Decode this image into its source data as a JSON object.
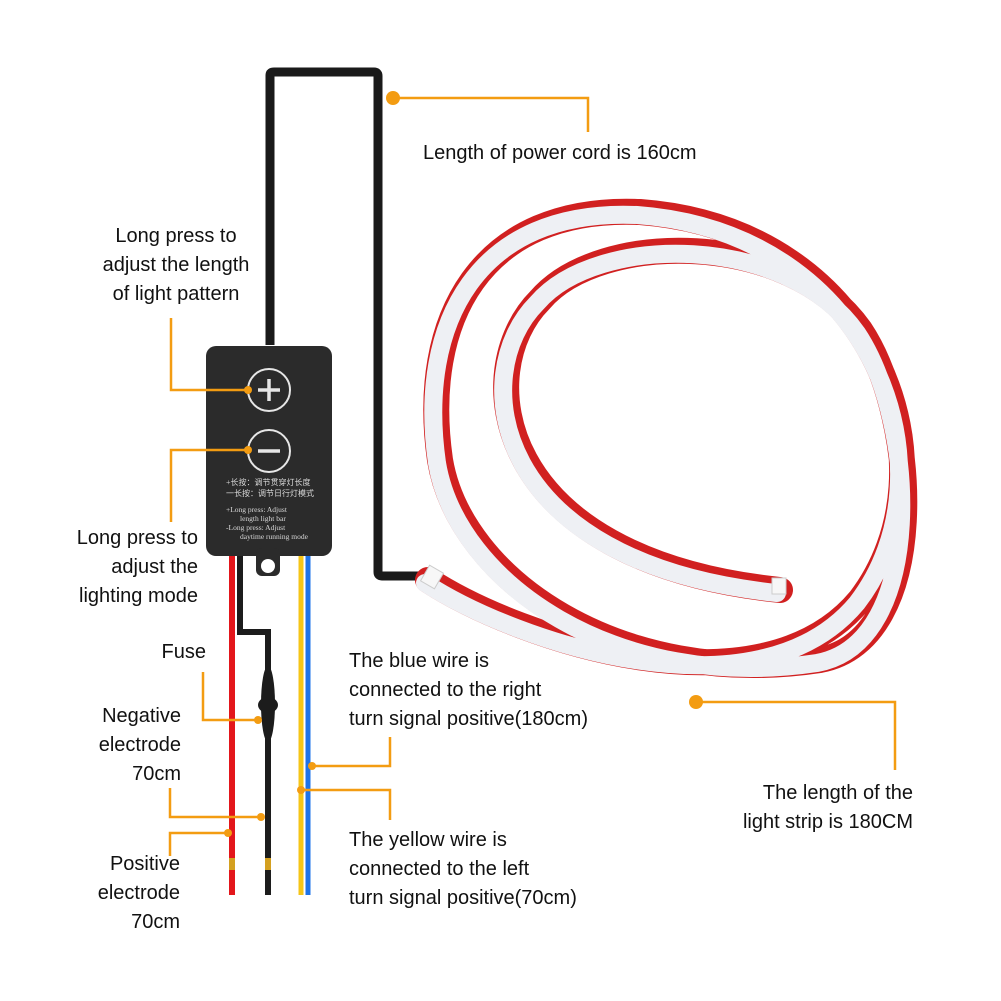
{
  "colors": {
    "callout": "#f39c12",
    "cord": "#1a1a1a",
    "module": "#2b2b2b",
    "red_wire": "#e3161b",
    "black_wire": "#1c1c1c",
    "yellow_wire": "#f5c518",
    "blue_wire": "#1e73e8",
    "strip_red": "#e8262a",
    "strip_white": "#eef0f4"
  },
  "module": {
    "plus_button_icon": "plus-icon",
    "minus_button_icon": "minus-icon",
    "cn_line1": "+长按：调节贯穿灯长度",
    "cn_line2": "一长按：调节日行灯模式",
    "en_line1": "+Long press: Adjust",
    "en_line2": "length light bar",
    "en_line3": "-Long press: Adjust",
    "en_line4": "daytime running mode"
  },
  "labels": {
    "power_cord": "Length of power cord is 160cm",
    "plus_button": "Long press to\nadjust the length\nof light pattern",
    "minus_button": "Long press to\nadjust the\nlighting mode",
    "fuse": "Fuse",
    "negative": "Negative\nelectrode\n70cm",
    "positive": "Positive\nelectrode\n70cm",
    "blue_wire": "The blue wire is\nconnected to the right\nturn signal positive(180cm)",
    "yellow_wire": "The yellow wire is\nconnected to the left\nturn signal positive(70cm)",
    "light_strip": "The length of the\nlight strip is 180CM"
  }
}
